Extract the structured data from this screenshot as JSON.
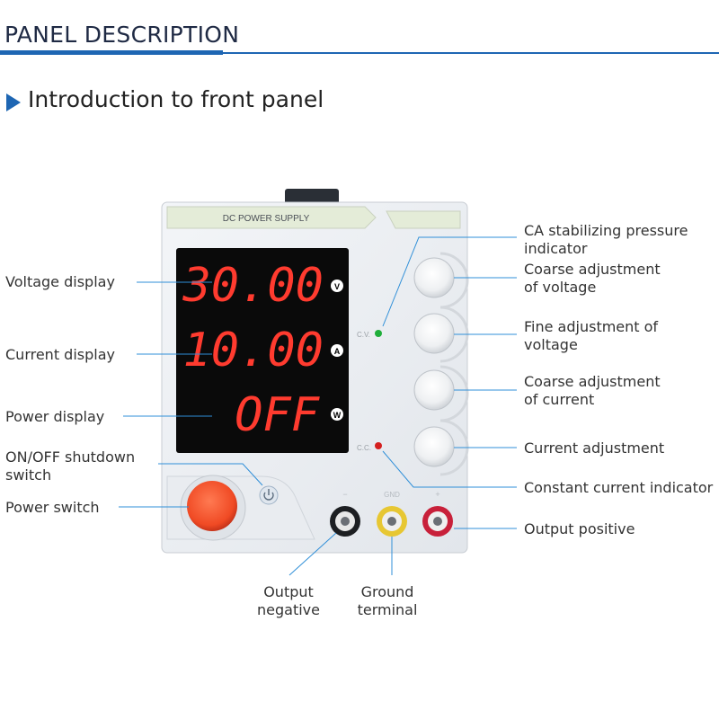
{
  "header": {
    "title": "PANEL DESCRIPTION"
  },
  "section": {
    "title": "Introduction to front panel"
  },
  "device": {
    "brand_plate": "DC POWER SUPPLY",
    "voltage_reading": "30.00",
    "current_reading": "10.00",
    "power_reading": "OFF",
    "unit_v": "V",
    "unit_a": "A",
    "unit_w": "W",
    "cv_mark": "C.V.",
    "cc_mark": "C.C.",
    "minus_mark": "−",
    "gnd_mark": "GND",
    "plus_mark": "+",
    "colors": {
      "led_red": "#ff3b2f",
      "display_bg": "#0a0a0a",
      "cv_led": "#1fae3a",
      "cc_led": "#d41f1f",
      "power_button": "#f04a24",
      "leader_line": "#2f8fd8",
      "accent_blue": "#1e66b3"
    }
  },
  "labels": {
    "left": {
      "voltage_display": "Voltage display",
      "current_display": "Current display",
      "power_display": "Power display",
      "onoff_switch": "ON/OFF shutdown\nswitch",
      "power_switch": "Power switch"
    },
    "right": {
      "ca_indicator": "CA stabilizing pressure\nindicator",
      "coarse_voltage": "Coarse adjustment\nof voltage",
      "fine_voltage": "Fine adjustment of\nvoltage",
      "coarse_current": "Coarse adjustment\nof current",
      "current_adjustment": "Current adjustment",
      "cc_indicator": "Constant current indicator",
      "output_positive": "Output positive"
    },
    "bottom": {
      "output_negative": "Output\nnegative",
      "ground_terminal": "Ground\nterminal"
    }
  }
}
